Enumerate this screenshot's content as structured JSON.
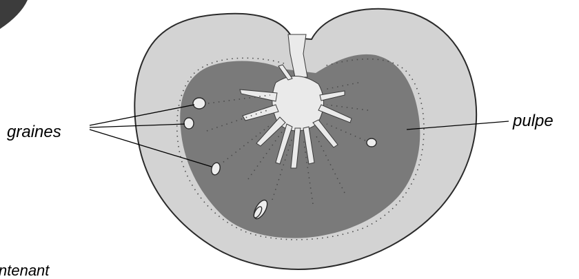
{
  "labels": {
    "seeds": "graines",
    "pulp": "pulpe",
    "bottom_left_partial": "ntenant"
  },
  "colors": {
    "background": "#ffffff",
    "outer_flesh": "#d3d3d3",
    "pulp": "#7a7a7a",
    "core": "#eaeaea",
    "seed": "#ededed",
    "corner_blob": "#3c3c3c",
    "outline": "#2a2a2a"
  }
}
